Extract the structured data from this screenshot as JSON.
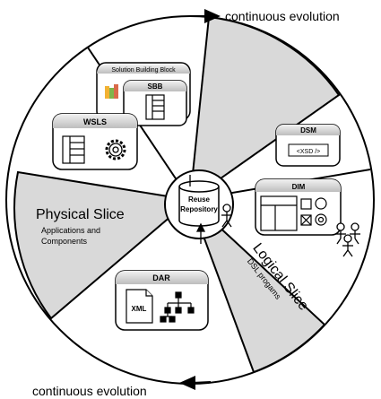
{
  "arrows": {
    "top": "continuous evolution",
    "bottom": "continuous evolution"
  },
  "center": {
    "line1": "Reuse",
    "line2": "Repository"
  },
  "physical_slice": {
    "title": "Physical Slice",
    "sub1": "Applications and",
    "sub2": "Components"
  },
  "logical_slice": {
    "title": "Logical Slice",
    "sub": "DSL progams"
  },
  "cards": {
    "solution_building_block": "Solution Building Block",
    "sbb": "SBB",
    "wsls": "WSLS",
    "dsm": "DSM",
    "dsm_tag": "<XSD />",
    "dim": "DIM",
    "dar": "DAR",
    "xml": "XML"
  },
  "colors": {
    "shaded_slice": "#d9d9d9",
    "stroke": "#000000"
  }
}
